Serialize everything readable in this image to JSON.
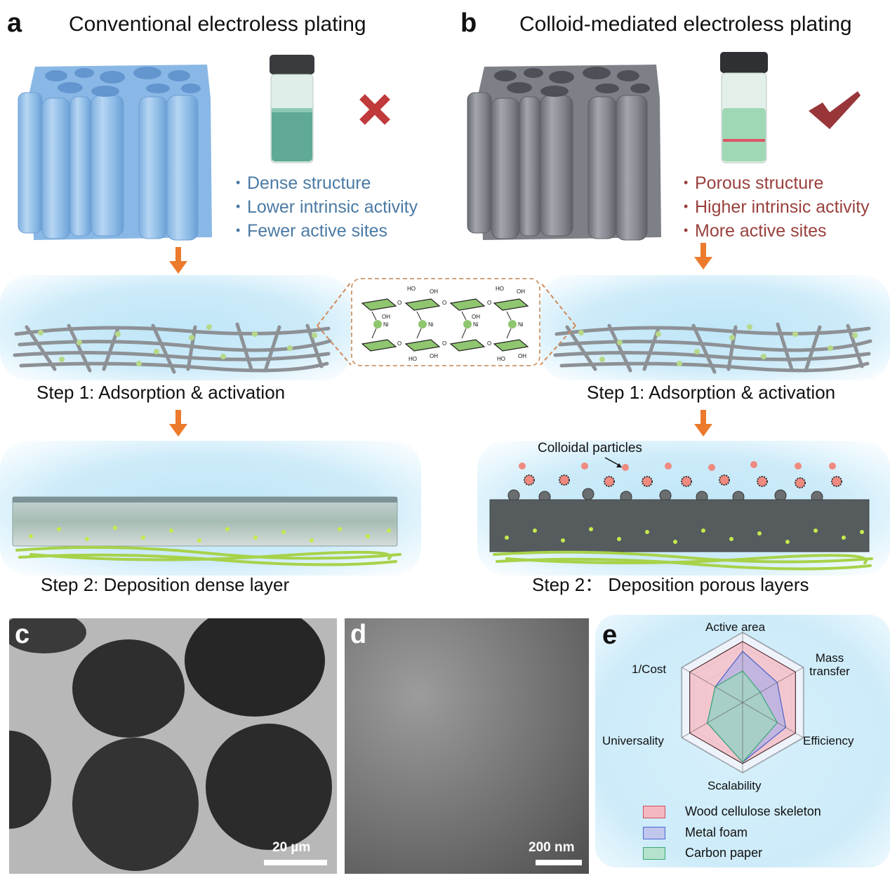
{
  "panel_a": {
    "letter": "a",
    "title": "Conventional electroless plating",
    "verdict_icon": "cross-icon",
    "verdict_color": "#c0393b",
    "bullets": [
      "Dense structure",
      "Lower intrinsic activity",
      "Fewer active sites"
    ],
    "bullet_color": "#4a7aa4",
    "step1_label": "Step 1: Adsorption & activation",
    "step2_label": "Step 2: Deposition dense layer"
  },
  "panel_b": {
    "letter": "b",
    "title": "Colloid-mediated electroless plating",
    "verdict_icon": "checkmark-icon",
    "verdict_color": "#99363a",
    "bullets": [
      "Porous structure",
      "Higher intrinsic activity",
      "More active sites"
    ],
    "bullet_color": "#99403c",
    "step1_label": "Step 1: Adsorption & activation",
    "step2_label": "Step 2： Deposition porous layers",
    "colloid_annotation": "Colloidal particles"
  },
  "inset": {
    "metal_label": "Ni",
    "group_labels": [
      "HO",
      "OH",
      "O"
    ]
  },
  "panel_c": {
    "letter": "c",
    "scale_bar": "20 µm"
  },
  "panel_d": {
    "letter": "d",
    "scale_bar": "200 nm"
  },
  "panel_e": {
    "letter": "e"
  },
  "chart_data": {
    "type": "radar",
    "title": "",
    "axes": [
      "Active area",
      "Mass transfer",
      "Efficiency",
      "Scalability",
      "Universality",
      "1/Cost"
    ],
    "range": [
      0,
      1
    ],
    "gridlines": 5,
    "legend_position": "bottom",
    "series": [
      {
        "name": "Wood cellulose skeleton",
        "color": "#e06070",
        "fill": "#f4b8c0",
        "values": [
          0.87,
          0.87,
          0.87,
          0.87,
          0.87,
          0.87
        ]
      },
      {
        "name": "Metal foam",
        "color": "#4a62c8",
        "fill": "#b2b0e6",
        "values": [
          0.73,
          0.57,
          0.71,
          0.85,
          0.58,
          0.45
        ]
      },
      {
        "name": "Carbon paper",
        "color": "#3aa878",
        "fill": "#9fd6c0",
        "values": [
          0.45,
          0.29,
          0.57,
          0.85,
          0.58,
          0.45
        ]
      }
    ]
  }
}
